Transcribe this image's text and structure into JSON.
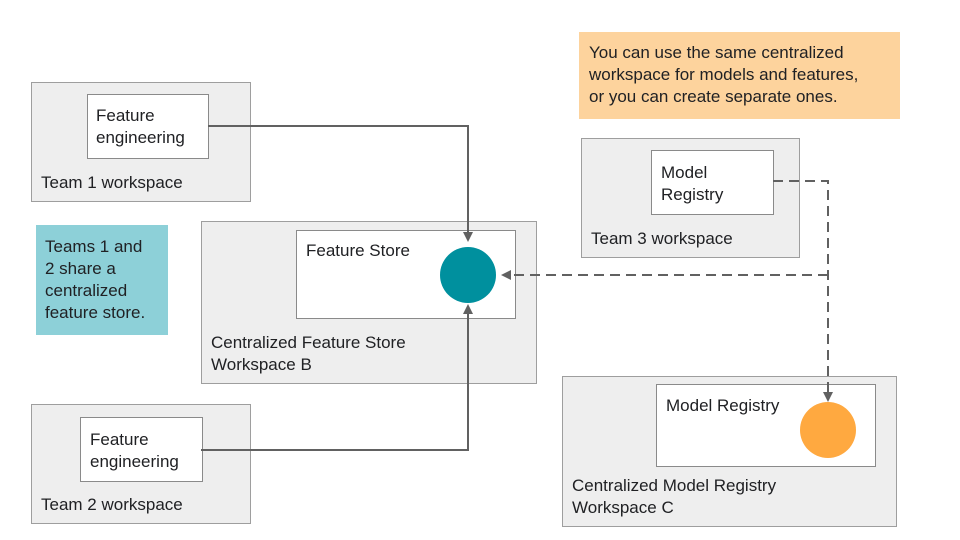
{
  "workspaces": {
    "team1": {
      "label": "Team 1 workspace",
      "component": "Feature\nengineering"
    },
    "team2": {
      "label": "Team 2 workspace",
      "component": "Feature\nengineering"
    },
    "team3": {
      "label": "Team 3 workspace",
      "component": "Model\nRegistry"
    },
    "feature_store_ws": {
      "label": "Centralized Feature Store\nWorkspace B",
      "component": "Feature Store"
    },
    "model_registry_ws": {
      "label": "Centralized Model Registry\nWorkspace C",
      "component": "Model Registry"
    }
  },
  "notes": {
    "shared_store": "Teams 1 and\n2 share a\ncentralized\nfeature store.",
    "same_workspace": "You can use the same centralized\nworkspace for models and features,\nor you can create separate ones."
  },
  "colors": {
    "feature_store_node": "#00909e",
    "model_registry_node": "#ffa940",
    "shared_store_note_bg": "#8dd0d8",
    "same_workspace_note_bg": "#fdd39d",
    "connector": "#616161"
  }
}
